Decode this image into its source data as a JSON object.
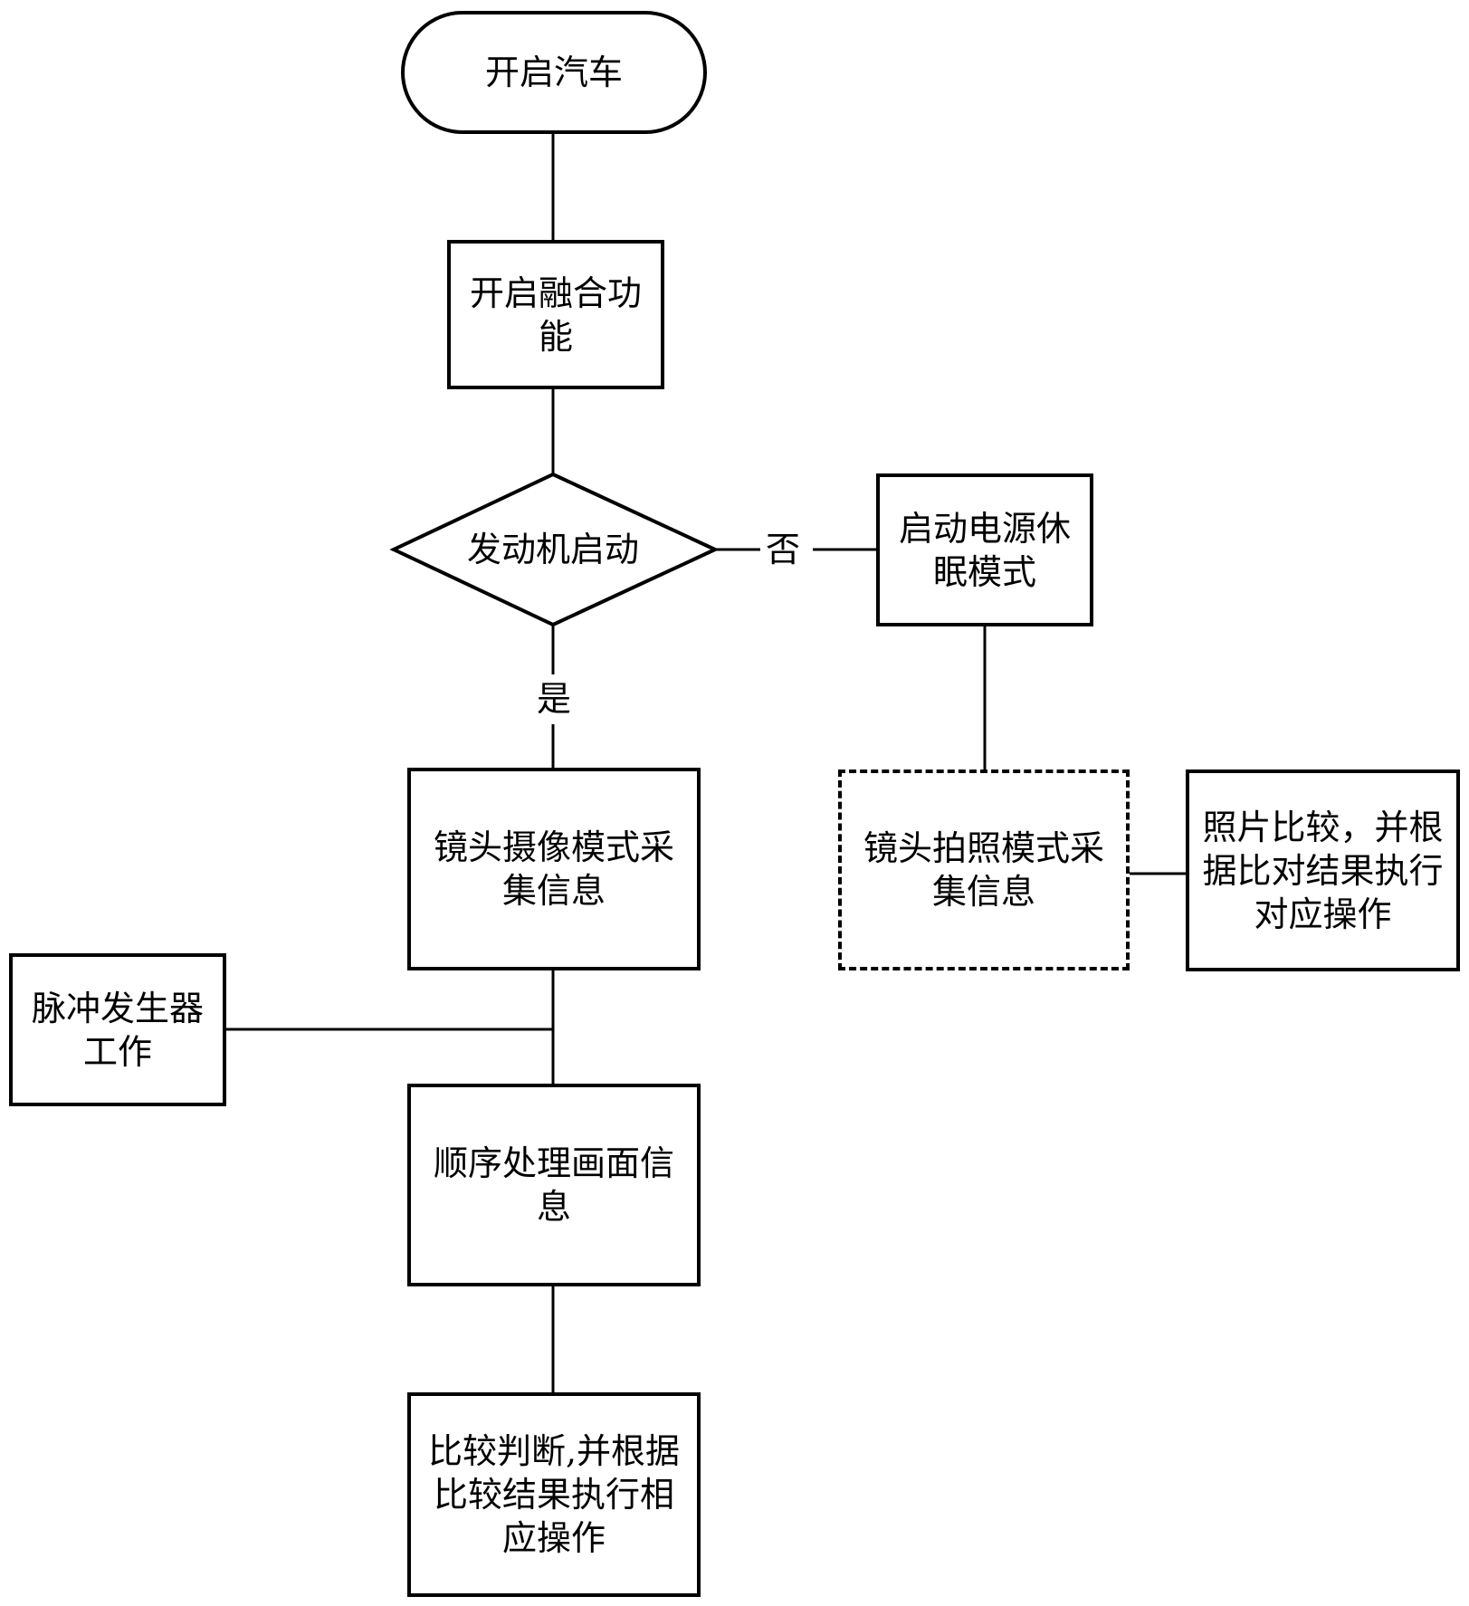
{
  "flowchart": {
    "start": {
      "line1": "开启汽车"
    },
    "enable_fusion": {
      "line1": "开启融合功",
      "line2": "能"
    },
    "decision": {
      "line1": "发动机启动"
    },
    "sleep_mode": {
      "line1": "启动电源休",
      "line2": "眠模式"
    },
    "label_no": "否",
    "label_yes": "是",
    "video_capture": {
      "line1": "镜头摄像模式采",
      "line2": "集信息"
    },
    "photo_capture": {
      "line1": "镜头拍照模式采",
      "line2": "集信息"
    },
    "photo_compare": {
      "line1": "照片比较，并根",
      "line2": "据比对结果执行",
      "line3": "对应操作"
    },
    "pulse_generator": {
      "line1": "脉冲发生器",
      "line2": "工作"
    },
    "process_frames": {
      "line1": "顺序处理画面信",
      "line2": "息"
    },
    "compare_judge": {
      "line1": "比较判断,并根据",
      "line2": "比较结果执行相",
      "line3": "应操作"
    }
  }
}
